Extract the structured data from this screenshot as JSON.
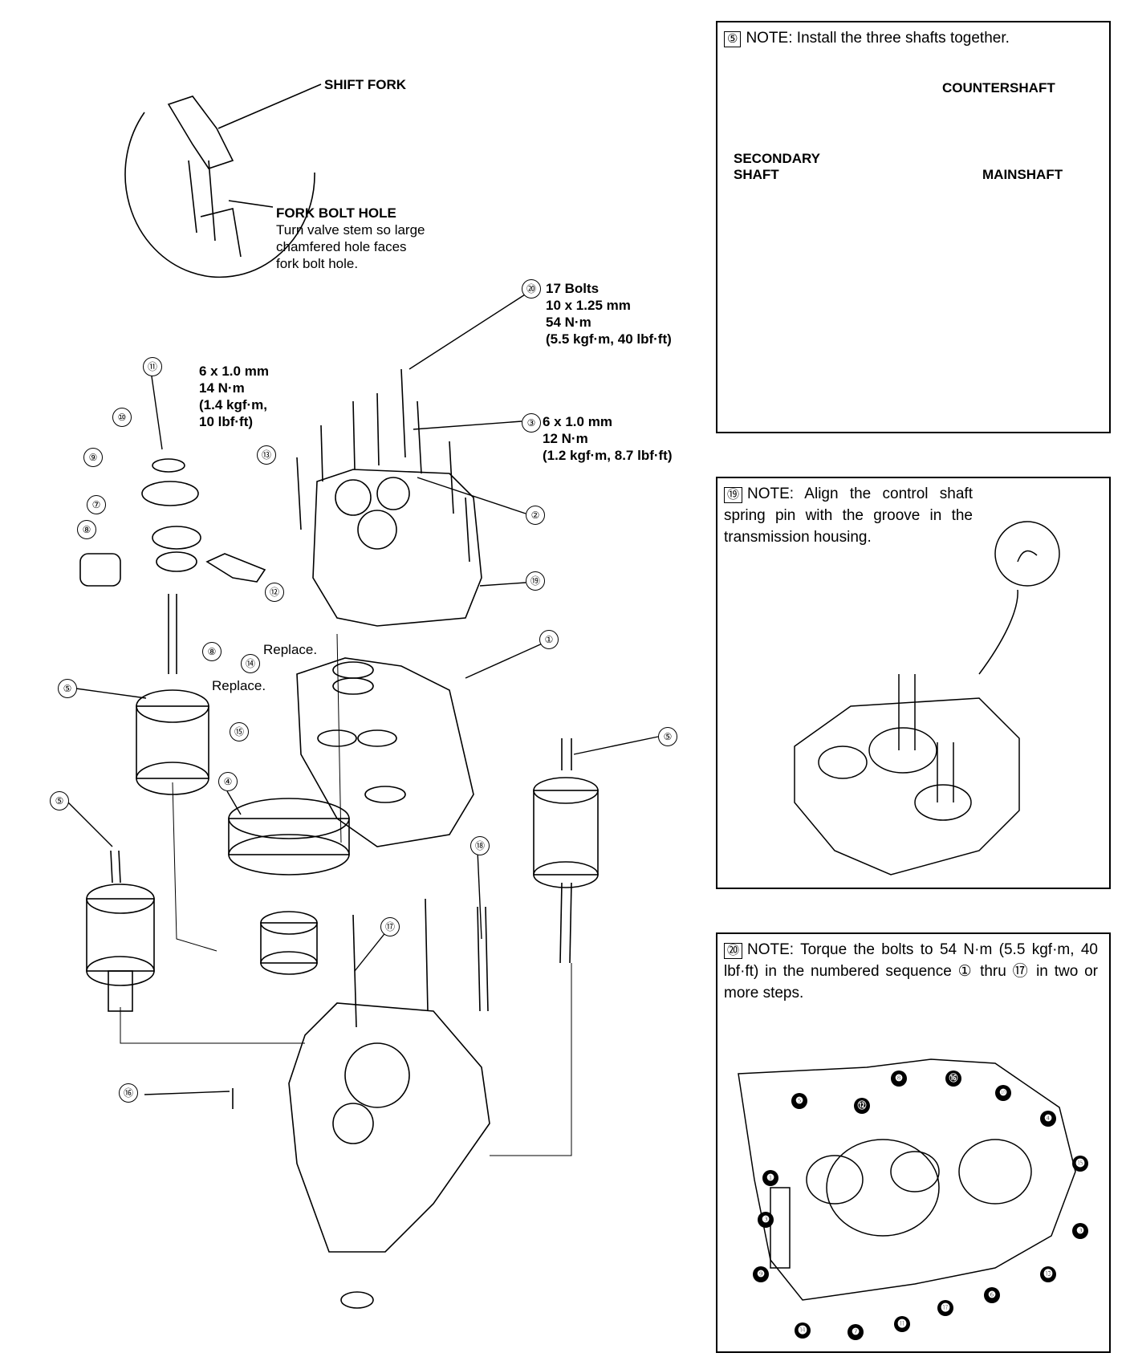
{
  "inset": {
    "shift_fork": "SHIFT FORK",
    "fork_bolt_hole": "FORK BOLT HOLE",
    "fork_bolt_note": [
      "Turn valve stem so large",
      "chamfered hole faces",
      "fork bolt hole."
    ]
  },
  "specs": {
    "spec_20": {
      "callout": "⑳",
      "lines": [
        "17 Bolts",
        "10 x 1.25 mm",
        "54 N·m",
        "(5.5 kgf·m, 40 lbf·ft)"
      ]
    },
    "spec_11": {
      "lines": [
        "6 x 1.0 mm",
        "14 N·m",
        "(1.4 kgf·m,",
        "10 lbf·ft)"
      ]
    },
    "spec_3": {
      "callout": "③",
      "lines": [
        "6 x 1.0 mm",
        "12 N·m",
        "(1.2 kgf·m, 8.7 lbf·ft)"
      ]
    }
  },
  "replace_labels": [
    "Replace.",
    "Replace."
  ],
  "callouts": [
    "①",
    "②",
    "④",
    "⑤",
    "⑤",
    "⑤",
    "⑦",
    "⑧",
    "⑧",
    "⑨",
    "⑩",
    "⑪",
    "⑫",
    "⑬",
    "⑭",
    "⑮",
    "⑯",
    "⑰",
    "⑱",
    "⑲"
  ],
  "note5": {
    "badge": "⑤",
    "text": "NOTE: Install the three shafts together.",
    "countershaft": "COUNTERSHAFT",
    "secondary_shaft": "SECONDARY\nSHAFT",
    "mainshaft": "MAINSHAFT"
  },
  "note19": {
    "badge": "⑲",
    "text": "NOTE: Align the control shaft spring pin with the groove in the transmission housing."
  },
  "note20": {
    "badge": "⑳",
    "text": "NOTE: Torque the bolts to 54 N·m (5.5 kgf·m, 40 lbf·ft) in the numbered sequence ① thru ⑰ in two or more steps.",
    "sequence": [
      "❽",
      "⑯",
      "❺",
      "⑫",
      "❿",
      "❹",
      "⓯",
      "❶",
      "❸",
      "❸",
      "❾",
      "⓭",
      "❻",
      "⓮",
      "❼",
      "⓫",
      "⓱"
    ]
  }
}
